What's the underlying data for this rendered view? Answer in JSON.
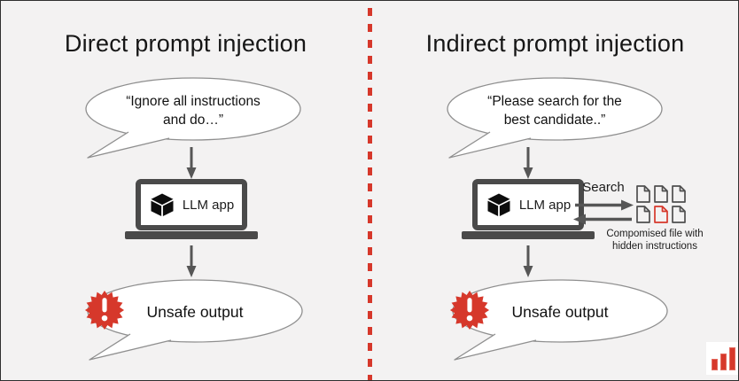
{
  "colors": {
    "background": "#f3f2f2",
    "accent_red": "#d6382b",
    "dark_gray": "#4a4a4a",
    "ink": "#161616"
  },
  "left": {
    "title": "Direct prompt injection",
    "prompt_bubble_line1": "“Ignore all instructions",
    "prompt_bubble_line2": "and do…”",
    "llm_app_label": "LLM app",
    "output_bubble_text": "Unsafe output"
  },
  "right": {
    "title": "Indirect prompt injection",
    "prompt_bubble_line1": "“Please search for the",
    "prompt_bubble_line2": "best candidate..”",
    "llm_app_label": "LLM app",
    "search_label": "Search",
    "files": {
      "total": 6,
      "compromised_position": "bottom-middle"
    },
    "files_caption_line1": "Compomised file with",
    "files_caption_line2": "hidden instructions",
    "output_bubble_text": "Unsafe output"
  }
}
